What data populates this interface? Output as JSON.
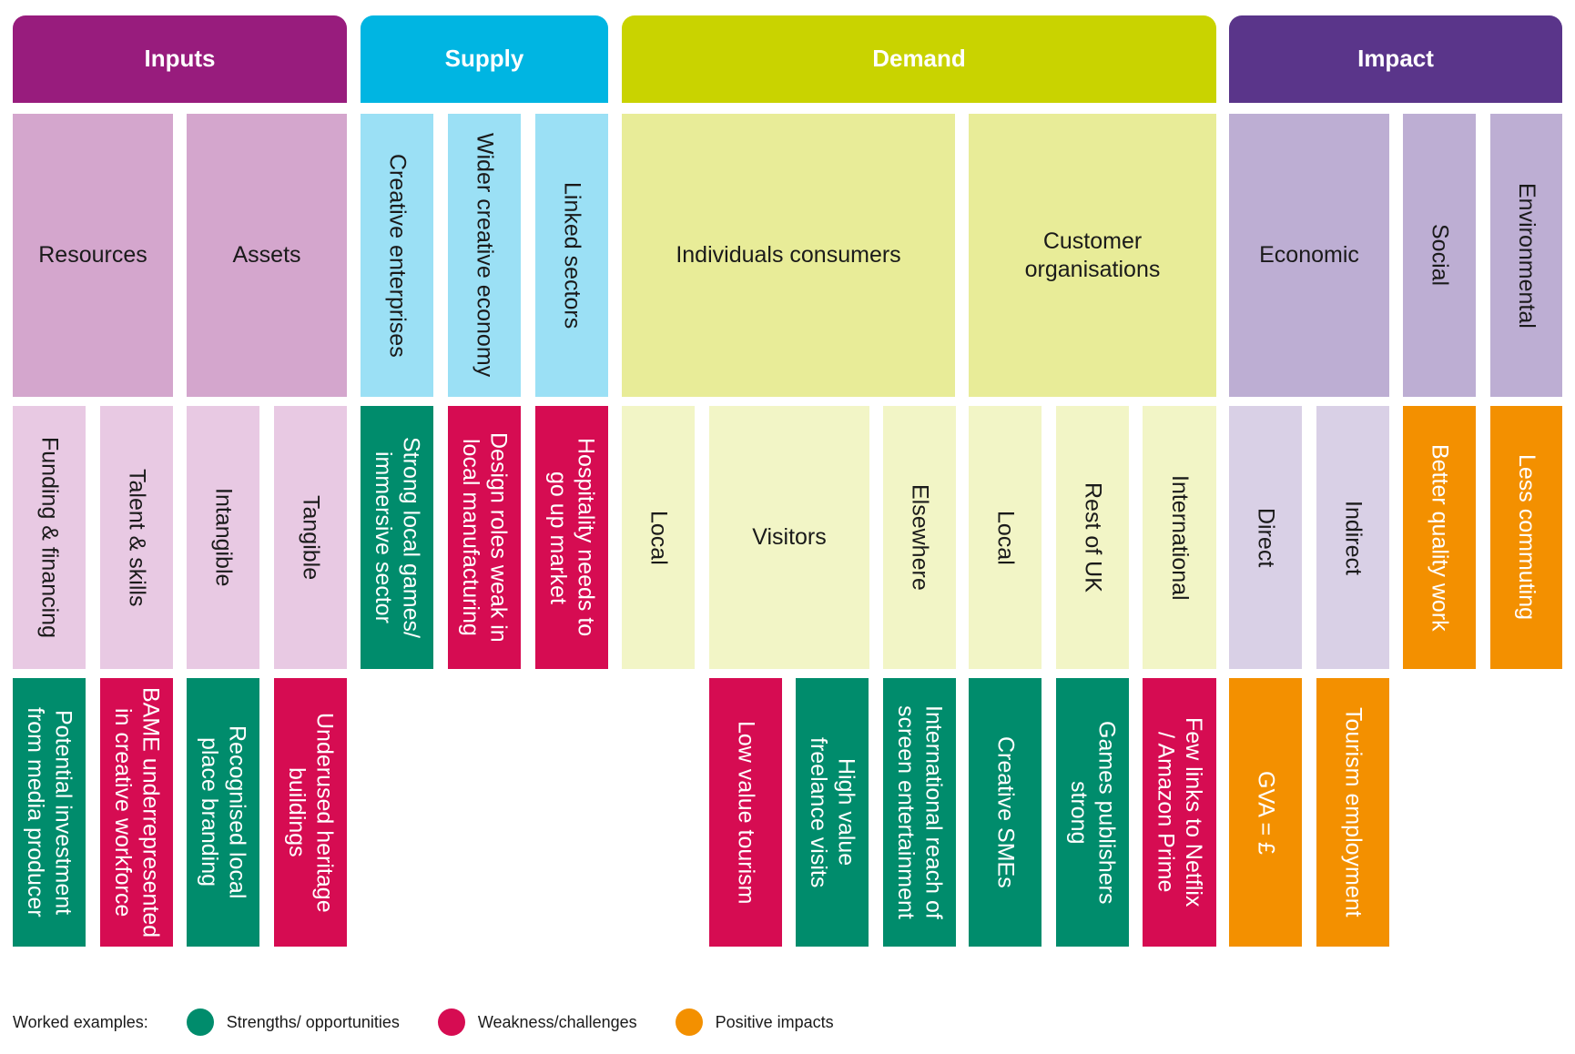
{
  "colors": {
    "inputs": "#981c7d",
    "supply": "#00b5e2",
    "demand": "#c9d300",
    "impact": "#5a358a",
    "inputs_l2": "#d4a6cd",
    "supply_l2": "#9be0f5",
    "demand_l2": "#e8ec98",
    "impact_l2": "#bdaed3",
    "inputs_l3": "#e8c9e3",
    "demand_l3": "#f2f5c6",
    "impact_l3": "#d9d0e6",
    "strength": "#008c6c",
    "weakness": "#d60c52",
    "positive": "#f39000"
  },
  "headers": [
    {
      "label": "Inputs",
      "color": "inputs"
    },
    {
      "label": "Supply",
      "color": "supply"
    },
    {
      "label": "Demand",
      "color": "demand"
    },
    {
      "label": "Impact",
      "color": "impact"
    }
  ],
  "level2": [
    {
      "label": "Resources",
      "color": "inputs_l2",
      "orient": "h"
    },
    {
      "label": "Assets",
      "color": "inputs_l2",
      "orient": "h"
    },
    {
      "label": "Creative enterprises",
      "color": "supply_l2",
      "orient": "v"
    },
    {
      "label": "Wider creative economy",
      "color": "supply_l2",
      "orient": "v"
    },
    {
      "label": "Linked sectors",
      "color": "supply_l2",
      "orient": "v"
    },
    {
      "label": "Individuals consumers",
      "color": "demand_l2",
      "orient": "h"
    },
    {
      "label": "Customer\norganisations",
      "color": "demand_l2",
      "orient": "h"
    },
    {
      "label": "Economic",
      "color": "impact_l2",
      "orient": "h"
    },
    {
      "label": "Social",
      "color": "impact_l2",
      "orient": "v"
    },
    {
      "label": "Environmental",
      "color": "impact_l2",
      "orient": "v"
    }
  ],
  "level3": [
    {
      "label": "Funding & financing",
      "color": "inputs_l3"
    },
    {
      "label": "Talent & skills",
      "color": "inputs_l3"
    },
    {
      "label": "Intangible",
      "color": "inputs_l3"
    },
    {
      "label": "Tangible",
      "color": "inputs_l3"
    },
    {
      "label": "Strong local games/\nimmersive sector",
      "color": "strength"
    },
    {
      "label": "Design roles weak in\nlocal  manufacturing",
      "color": "weakness"
    },
    {
      "label": "Hospitality needs to\ngo up market",
      "color": "weakness"
    },
    {
      "label": "Local",
      "color": "demand_l3"
    },
    {
      "label": "Visitors",
      "color": "demand_l3",
      "orient": "h"
    },
    {
      "label": "Elsewhere",
      "color": "demand_l3"
    },
    {
      "label": "Local",
      "color": "demand_l3"
    },
    {
      "label": "Rest of UK",
      "color": "demand_l3"
    },
    {
      "label": "International",
      "color": "demand_l3"
    },
    {
      "label": "Direct",
      "color": "impact_l3"
    },
    {
      "label": "Indirect",
      "color": "impact_l3"
    },
    {
      "label": "Better quality work",
      "color": "positive"
    },
    {
      "label": "Less commuting",
      "color": "positive"
    }
  ],
  "level4": [
    {
      "label": "Potential investment\nfrom media producer",
      "color": "strength"
    },
    {
      "label": "BAME underrepresented\nin creative workforce",
      "color": "weakness"
    },
    {
      "label": "Recognised local\nplace branding",
      "color": "strength"
    },
    {
      "label": "Underused heritage\nbuildings",
      "color": "weakness"
    },
    {
      "label": "Low value tourism",
      "color": "weakness"
    },
    {
      "label": "High value\nfreelance visits",
      "color": "strength"
    },
    {
      "label": "International reach of\nscreen entertainment",
      "color": "strength"
    },
    {
      "label": "Creative SMEs",
      "color": "strength"
    },
    {
      "label": "Games publishers\nstrong",
      "color": "strength"
    },
    {
      "label": "Few links to Netflix\n/ Amazon Prime",
      "color": "weakness"
    },
    {
      "label": "GVA = £",
      "color": "positive"
    },
    {
      "label": "Tourism employment",
      "color": "positive"
    }
  ],
  "legend": {
    "title": "Worked examples:",
    "items": [
      {
        "label": "Strengths/ opportunities",
        "color": "strength"
      },
      {
        "label": "Weakness/challenges",
        "color": "weakness"
      },
      {
        "label": "Positive impacts",
        "color": "positive"
      }
    ]
  }
}
